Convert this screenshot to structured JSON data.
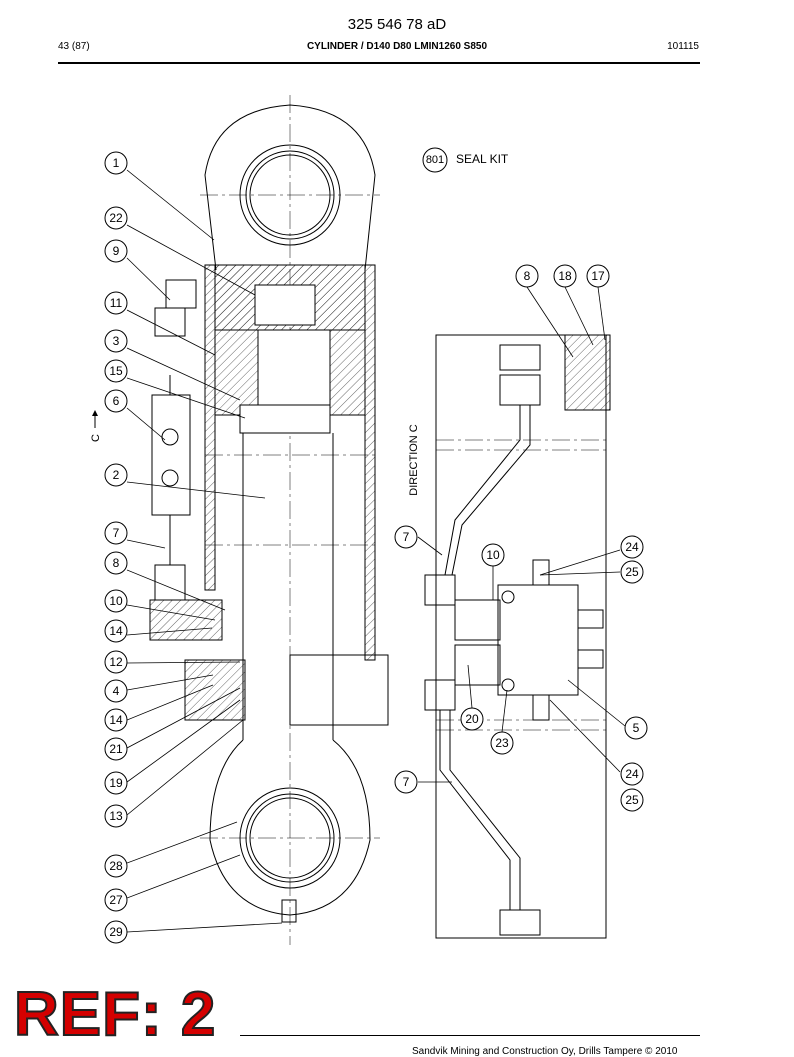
{
  "header": {
    "doc_number": "325 546 78 aD",
    "page": "43 (87)",
    "title": "CYLINDER / D140 D80 LMIN1260 S850",
    "date_code": "101115"
  },
  "seal_kit": {
    "number": "801",
    "label": "SEAL KIT"
  },
  "direction_label": "DIRECTION C",
  "view_marker": "C",
  "left_callouts": [
    "1",
    "22",
    "9",
    "11",
    "3",
    "15",
    "6",
    "2",
    "7",
    "8",
    "10",
    "14",
    "12",
    "4",
    "14",
    "21",
    "19",
    "13",
    "28",
    "27",
    "29"
  ],
  "right_callouts": [
    "8",
    "18",
    "17",
    "7",
    "10",
    "24",
    "25",
    "5",
    "20",
    "23",
    "24",
    "25",
    "7"
  ],
  "stamp": "REF: 2",
  "footer": {
    "copyright": "Sandvik Mining and Construction Oy, Drills Tampere © 2010"
  }
}
